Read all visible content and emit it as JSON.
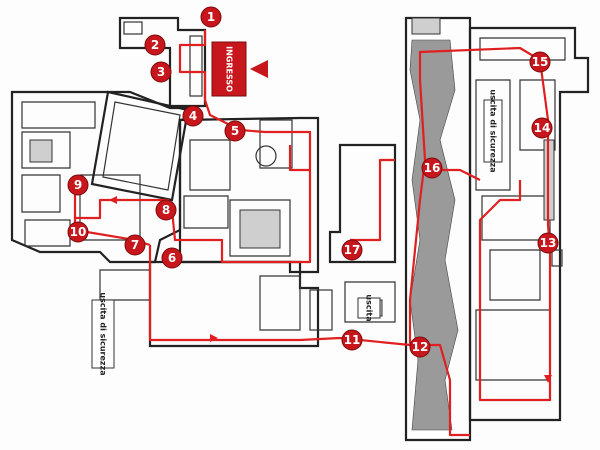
{
  "map": {
    "entrance_label": "INGRESSO",
    "exit_labels": [
      "uscita di sicurezza",
      "uscita di sicurezza"
    ],
    "small_box_label": "uscita",
    "stops": [
      "1",
      "2",
      "3",
      "4",
      "5",
      "6",
      "7",
      "8",
      "9",
      "10",
      "11",
      "12",
      "13",
      "14",
      "15",
      "16",
      "17"
    ],
    "colors": {
      "route": "#e02020",
      "pin": "#c8161d",
      "walls": "#222222",
      "background": "#fdfdfd"
    }
  }
}
